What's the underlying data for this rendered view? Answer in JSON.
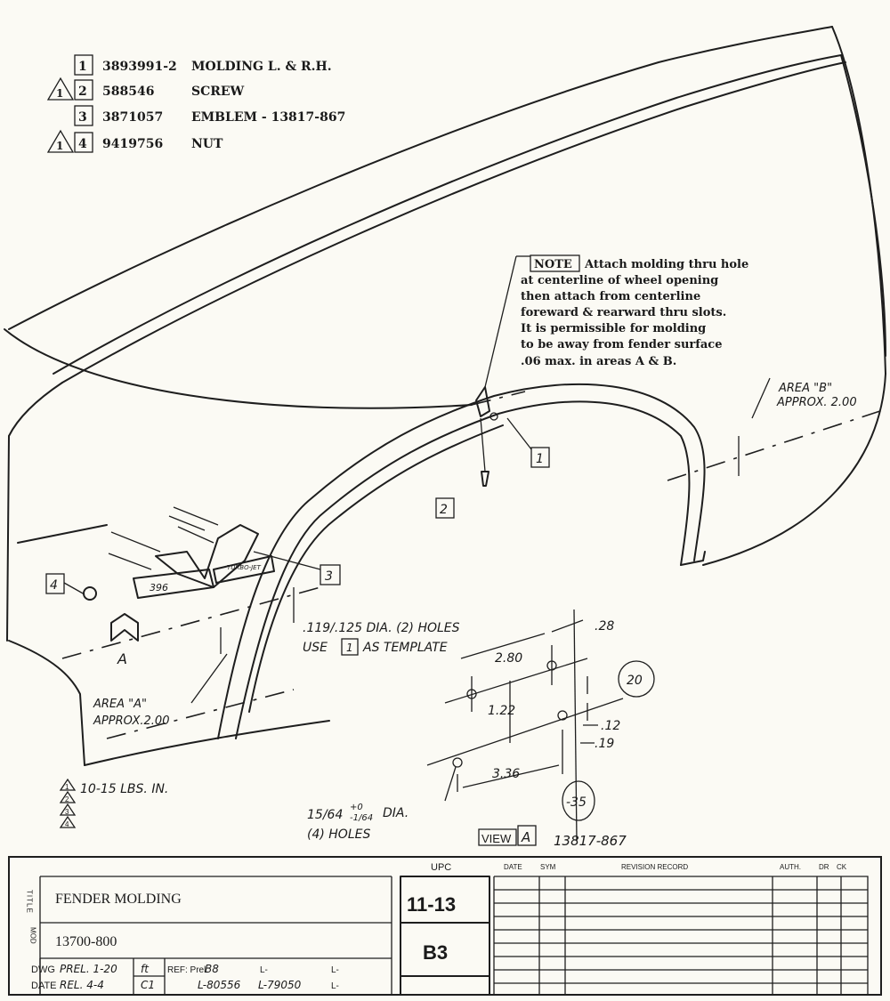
{
  "parts_list": [
    {
      "item": "1",
      "flag": "",
      "part_no": "3893991-2",
      "description": "MOLDING L. & R.H."
    },
    {
      "item": "2",
      "flag": "1",
      "part_no": "588546",
      "description": "SCREW"
    },
    {
      "item": "3",
      "flag": "",
      "part_no": "3871057",
      "description": "EMBLEM - 13817-867"
    },
    {
      "item": "4",
      "flag": "1",
      "part_no": "9419756",
      "description": "NUT"
    }
  ],
  "note": {
    "label": "NOTE",
    "lines": [
      "Attach molding thru hole",
      "at centerline of wheel opening",
      "then attach from centerline",
      "foreward & rearward thru slots.",
      "It is permissible for molding",
      "to be away from fender surface",
      ".06 max. in areas A & B."
    ]
  },
  "callouts": {
    "c1": "1",
    "c2": "2",
    "c3": "3",
    "c4": "4",
    "view_letter": "A"
  },
  "area_b": {
    "line1": "AREA \"B\"",
    "line2": "APPROX. 2.00"
  },
  "area_a": {
    "line1": "AREA \"A\"",
    "line2": "APPROX.2.00"
  },
  "holes_note": {
    "line1": ".119/.125 DIA. (2) HOLES",
    "line2_pre": "USE",
    "line2_box": "1",
    "line2_post": "AS TEMPLATE"
  },
  "view_a": {
    "dims": {
      "d280": "2.80",
      "d28": ".28",
      "d122": "1.22",
      "d336": "3.36",
      "d12": ".12",
      "d19": ".19"
    },
    "circle_top": "20",
    "circle_bottom": "-35",
    "hole_note": {
      "line1_a": "15/64",
      "tol_plus": "+0",
      "tol_minus": "-1/64",
      "line1_b": "DIA.",
      "line2": "(4) HOLES"
    },
    "label": "VIEW",
    "label_box": "A",
    "emblem_no": "13817-867"
  },
  "torque_note": {
    "flags": [
      "1",
      "2",
      "3",
      "4"
    ],
    "text": "10-15 LBS. IN."
  },
  "emblem_text": {
    "left": "396",
    "right": "TURBO-JET"
  },
  "title_block": {
    "title_label": "TITLE",
    "title": "FENDER MOLDING",
    "model_label": "MOD",
    "model": "13700-800",
    "upc_label": "UPC",
    "upc": "11-13",
    "group": "B3",
    "dwg_label": "DWG",
    "dwg_value": "PREL. 1-20",
    "dwg_init": "ft",
    "date_label": "DATE",
    "date_value": "REL. 4-4",
    "date_init": "C1",
    "ref_label": "REF: Prel.",
    "ref_value": "B8",
    "ref_l1": "L-",
    "ref_l2": "L-",
    "ref_l3": "L-80556",
    "ref_l4": "L-79050",
    "ref_l5": "L-",
    "revision_headers": {
      "date": "DATE",
      "sym": "SYM",
      "record": "REVISION RECORD",
      "auth": "AUTH.",
      "dr": "DR",
      "ck": "CK"
    }
  }
}
